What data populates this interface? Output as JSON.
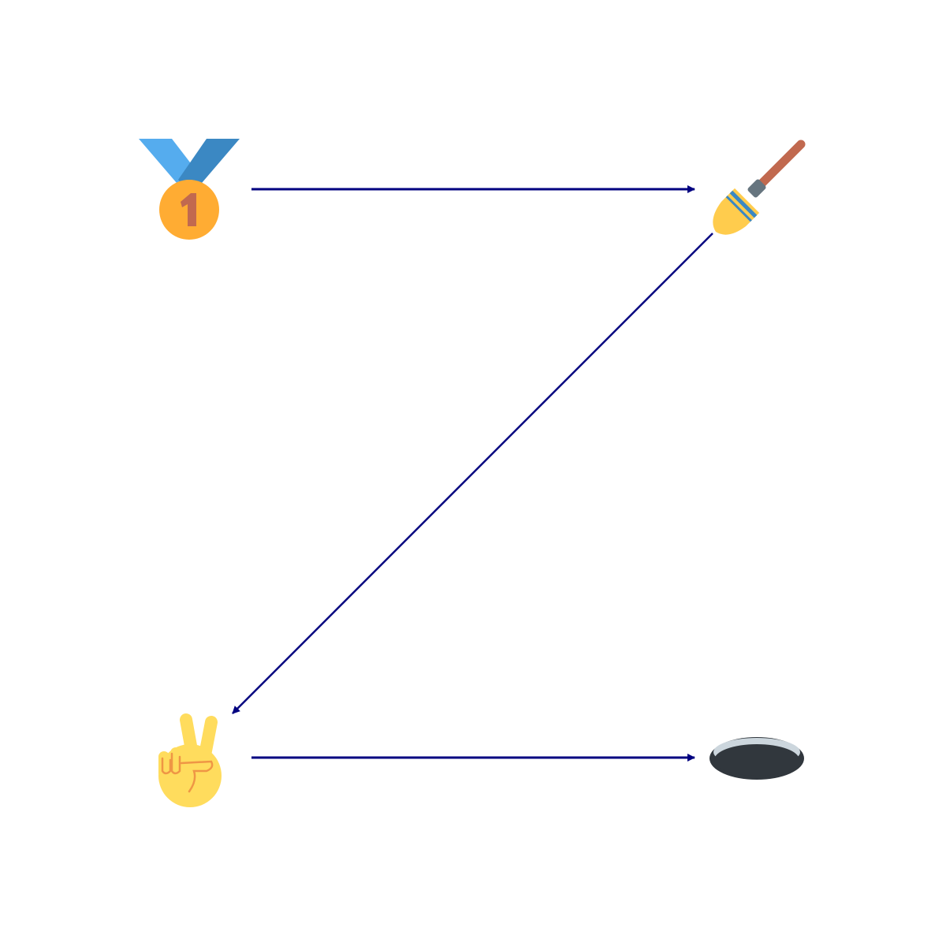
{
  "diagram": {
    "type": "flow",
    "nodes": [
      {
        "id": "n1",
        "icon": "first-place-medal-icon"
      },
      {
        "id": "n2",
        "icon": "paintbrush-icon"
      },
      {
        "id": "n3",
        "icon": "victory-hand-icon"
      },
      {
        "id": "n4",
        "icon": "hole-icon"
      }
    ],
    "edges": [
      {
        "from": "n1",
        "to": "n2"
      },
      {
        "from": "n2",
        "to": "n3"
      },
      {
        "from": "n3",
        "to": "n4"
      }
    ]
  },
  "colors": {
    "arrow": "#000080",
    "medal_ribbon_light": "#55ACEE",
    "medal_ribbon_dark": "#3B88C3",
    "medal_gold": "#FFAC33",
    "medal_numeral": "#C1694F",
    "brush_handle": "#C1694F",
    "brush_ferrule": "#66757F",
    "brush_bristles": "#FFCC4D",
    "brush_band": "#3B88C3",
    "hand_skin": "#FFDC5D",
    "hand_line": "#EF9645",
    "hole_rim": "#CCD6DD",
    "hole_dark": "#31373D"
  }
}
